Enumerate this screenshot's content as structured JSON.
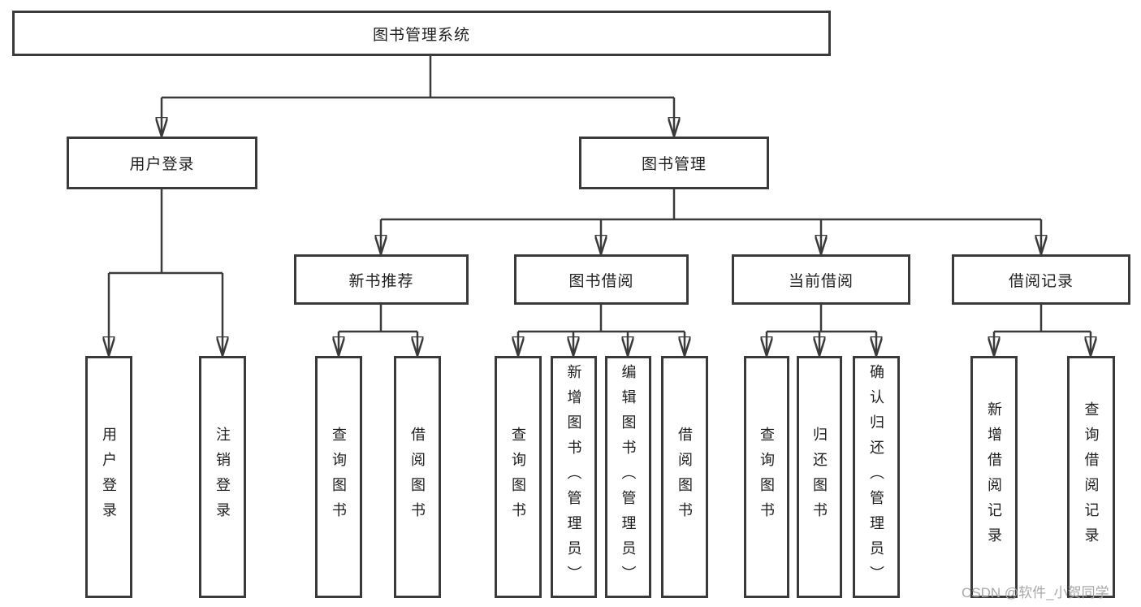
{
  "tree": {
    "label": "图书管理系统",
    "children": [
      {
        "label": "用户登录",
        "children": [
          {
            "label": "用户登录"
          },
          {
            "label": "注销登录"
          }
        ]
      },
      {
        "label": "图书管理",
        "children": [
          {
            "label": "新书推荐",
            "children": [
              {
                "label": "查询图书"
              },
              {
                "label": "借阅图书"
              }
            ]
          },
          {
            "label": "图书借阅",
            "children": [
              {
                "label": "查询图书"
              },
              {
                "label": "新增图书（管理员）"
              },
              {
                "label": "编辑图书（管理员）"
              },
              {
                "label": "借阅图书"
              }
            ]
          },
          {
            "label": "当前借阅",
            "children": [
              {
                "label": "查询图书"
              },
              {
                "label": "归还图书"
              },
              {
                "label": "确认归还（管理员）"
              }
            ]
          },
          {
            "label": "借阅记录",
            "children": [
              {
                "label": "新增借阅记录"
              },
              {
                "label": "查询借阅记录"
              }
            ]
          }
        ]
      }
    ]
  },
  "watermark": {
    "text": "CSDN @软件_小贺同学"
  },
  "colors": {
    "line": "#3a3a3a",
    "border": "#3a3a3a",
    "text": "#1e1e1e",
    "watermark": "#a8a8a8",
    "background": "#ffffff"
  }
}
